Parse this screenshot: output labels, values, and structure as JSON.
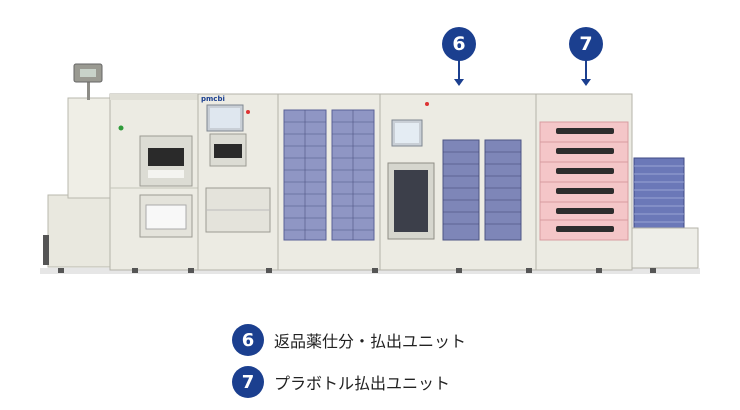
{
  "screen": {
    "logo_text": "pmcbi",
    "colors": {
      "marker": "#1b3f8f",
      "machine_body": "#ecebe3",
      "highlight": "#f4c6c8",
      "tray": "#6b78b8"
    }
  },
  "markers": [
    {
      "number": "6"
    },
    {
      "number": "7"
    }
  ],
  "legend": [
    {
      "number": "6",
      "label": "返品薬仕分・払出ユニット"
    },
    {
      "number": "7",
      "label": "プラボトル払出ユニット"
    }
  ]
}
